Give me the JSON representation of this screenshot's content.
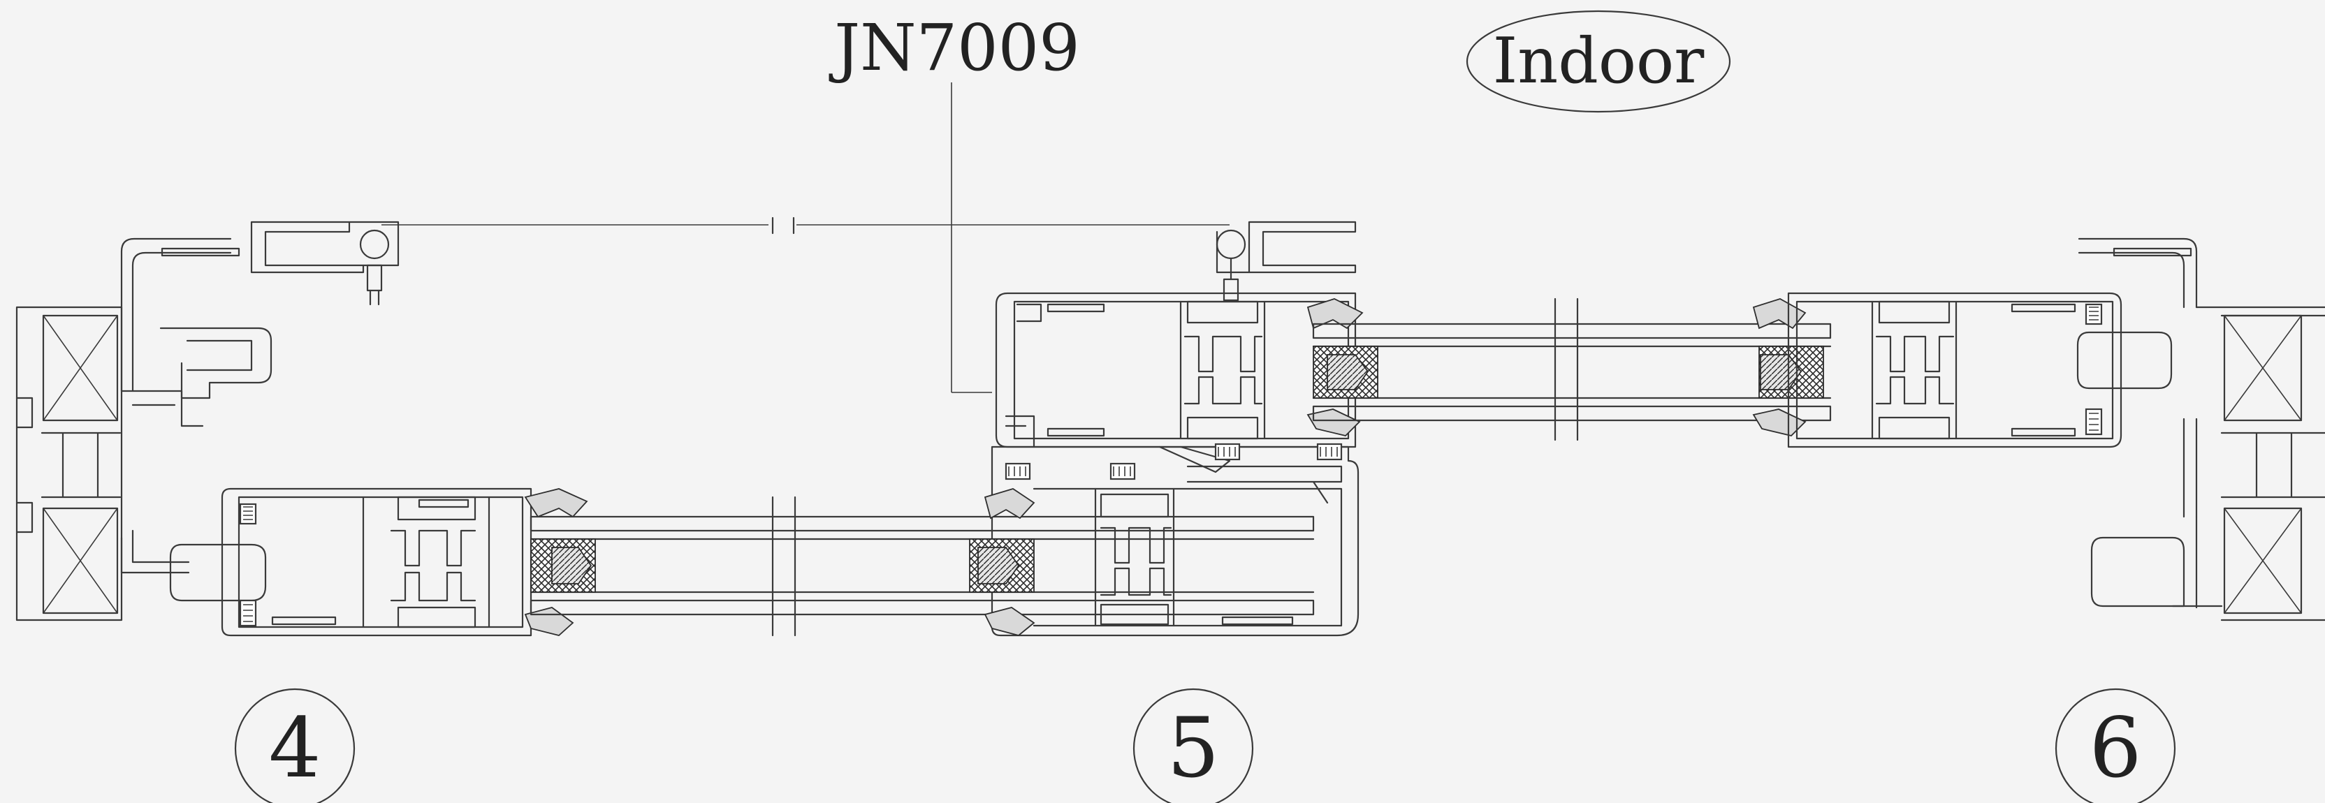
{
  "labels": {
    "model": "JN7009",
    "side": "Indoor"
  },
  "callouts": [
    "4",
    "5",
    "6"
  ],
  "colors": {
    "background": "#f4f4f4",
    "line": "#3a3a3a"
  }
}
